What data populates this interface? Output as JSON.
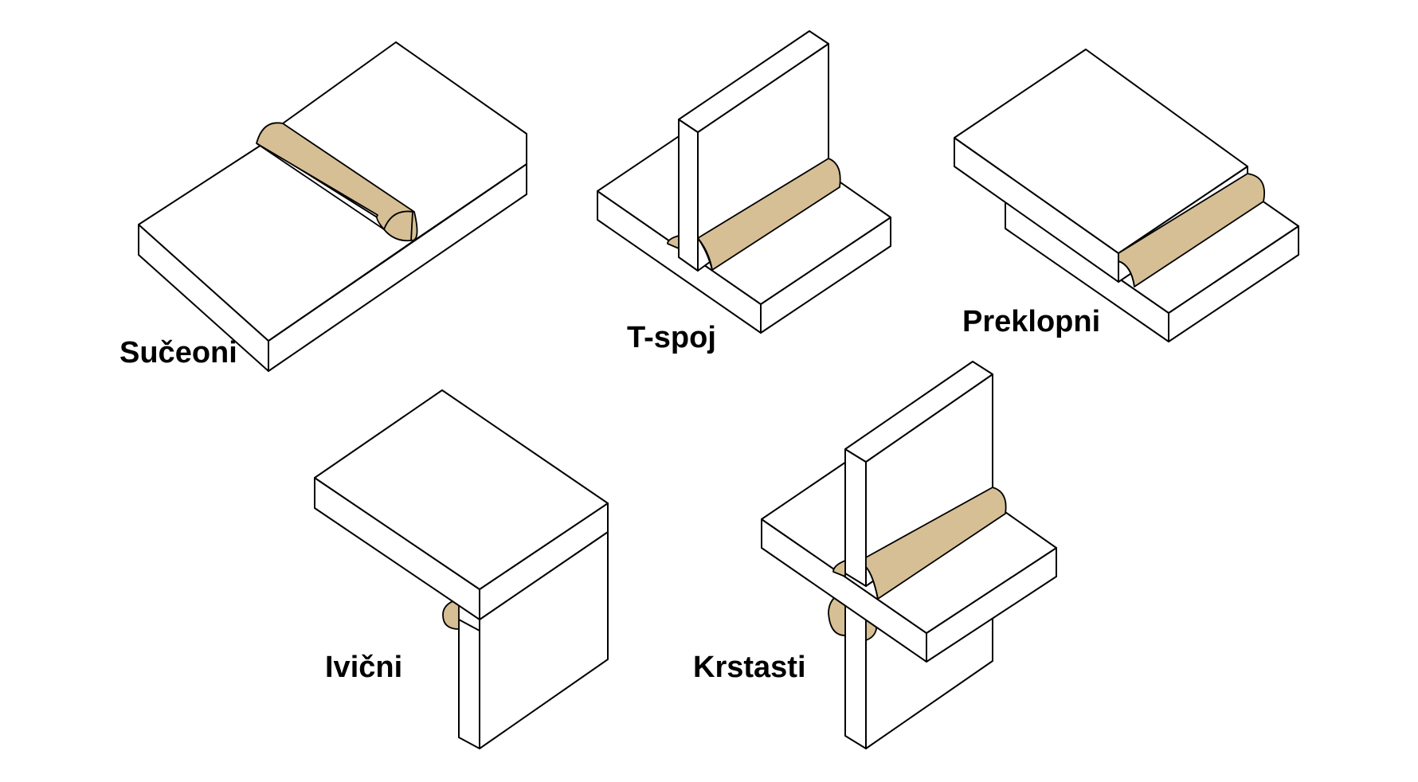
{
  "colors": {
    "weld": "#D6BF94",
    "outline": "#000000",
    "plate": "#FFFFFF",
    "background": "#FFFFFF"
  },
  "joints": [
    {
      "id": "butt",
      "label": "Sučeoni"
    },
    {
      "id": "tee",
      "label": "T-spoj"
    },
    {
      "id": "lap",
      "label": "Preklopni"
    },
    {
      "id": "edge",
      "label": "Ivični"
    },
    {
      "id": "cross",
      "label": "Krstasti"
    }
  ]
}
